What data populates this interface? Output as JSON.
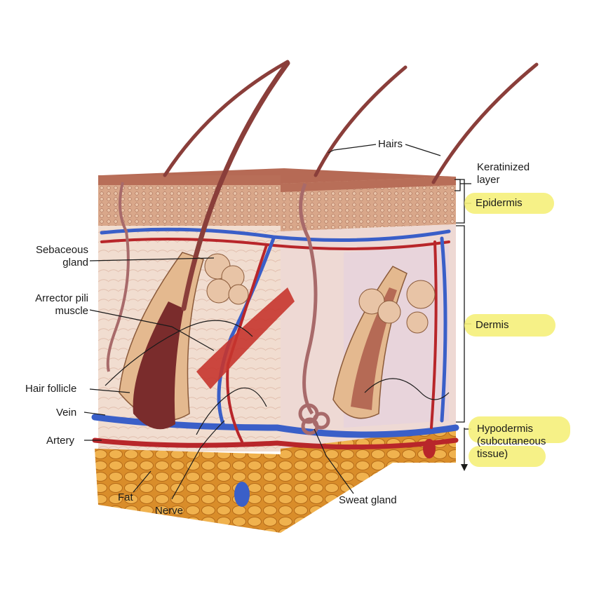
{
  "labels": {
    "hairs": "Hairs",
    "keratinized_layer": "Keratinized layer",
    "epidermis": "Epidermis",
    "dermis": "Dermis",
    "hypodermis": "Hypodermis (subcutaneous tissue)",
    "sebaceous_gland": "Sebaceous gland",
    "arrector_pili_muscle": "Arrector pili muscle",
    "hair_follicle": "Hair follicle",
    "vein": "Vein",
    "artery": "Artery",
    "fat": "Fat",
    "nerve": "Nerve",
    "sweat_gland": "Sweat gland"
  },
  "colors": {
    "highlight": "#f5f07a",
    "epidermis": "#c98a6a",
    "dermis": "#efd9cf",
    "fat": "#e8a53c",
    "vein": "#3a5fc8",
    "artery": "#b8262a",
    "hair": "#8a3e3a"
  }
}
